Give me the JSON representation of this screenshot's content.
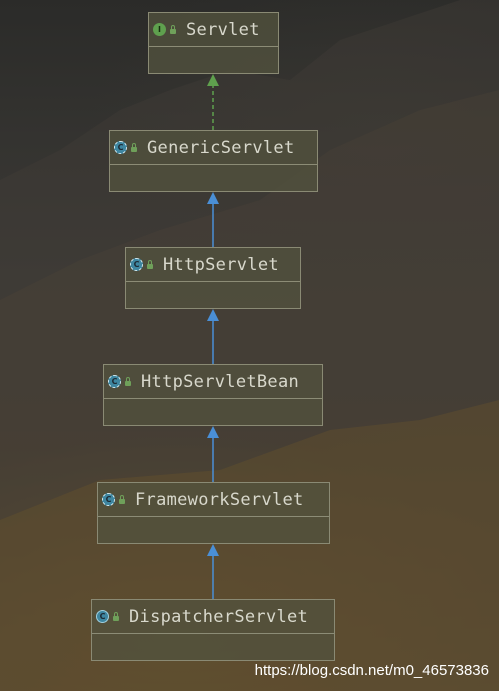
{
  "diagram": {
    "nodes": [
      {
        "id": "servlet",
        "name": "Servlet",
        "kind": "interface",
        "badge": "I"
      },
      {
        "id": "genericservlet",
        "name": "GenericServlet",
        "kind": "abstract-class",
        "badge": "C"
      },
      {
        "id": "httpservlet",
        "name": "HttpServlet",
        "kind": "abstract-class",
        "badge": "C"
      },
      {
        "id": "httpservletbean",
        "name": "HttpServletBean",
        "kind": "abstract-class",
        "badge": "C"
      },
      {
        "id": "frameworkservlet",
        "name": "FrameworkServlet",
        "kind": "abstract-class",
        "badge": "C"
      },
      {
        "id": "dispatcherservlet",
        "name": "DispatcherServlet",
        "kind": "class",
        "badge": "C"
      }
    ],
    "edges": [
      {
        "from": "genericservlet",
        "to": "servlet",
        "type": "implements"
      },
      {
        "from": "httpservlet",
        "to": "genericservlet",
        "type": "extends"
      },
      {
        "from": "httpservletbean",
        "to": "httpservlet",
        "type": "extends"
      },
      {
        "from": "frameworkservlet",
        "to": "httpservletbean",
        "type": "extends"
      },
      {
        "from": "dispatcherservlet",
        "to": "frameworkservlet",
        "type": "extends"
      }
    ],
    "colors": {
      "implements": "#5fa04e",
      "extends": "#4a8fd6"
    }
  },
  "watermark": "https://blog.csdn.net/m0_46573836"
}
